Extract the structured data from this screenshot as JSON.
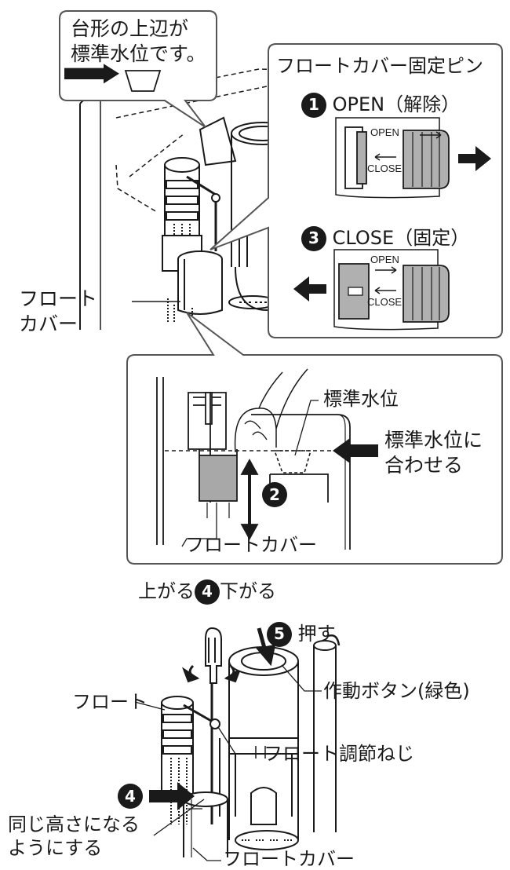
{
  "callout_top": {
    "line1": "台形の上辺が",
    "line2": "標準水位です。"
  },
  "pin_panel": {
    "title": "フロートカバー固定ピン",
    "step1": {
      "num": "1",
      "label": "OPEN（解除）"
    },
    "step3": {
      "num": "3",
      "label": "CLOSE（固定）"
    },
    "slot_open": "OPEN",
    "slot_close": "CLOSE"
  },
  "left_label": {
    "line1": "フロート",
    "line2": "カバー"
  },
  "detail": {
    "water_level": "標準水位",
    "align_line1": "標準水位に",
    "align_line2": "合わせる",
    "step2_num": "2",
    "float_cover": "フロートカバー"
  },
  "bottom": {
    "step4_pre": "上がる",
    "step4_num": "4",
    "step4_post": "下がる",
    "step5_num": "5",
    "step5_label": "押す",
    "button_label": "作動ボタン(緑色)",
    "float_label": "フロート",
    "screw_label": "フロート調節ねじ",
    "step4b_num": "4",
    "same_height_line1": "同じ高さになる",
    "same_height_line2": "ようにする",
    "float_cover": "フロートカバー"
  },
  "colors": {
    "ink": "#1a1a1a",
    "panel_border": "#555555",
    "cover_fill": "#a8a8a8",
    "pin_fill": "#b0b0b0"
  }
}
